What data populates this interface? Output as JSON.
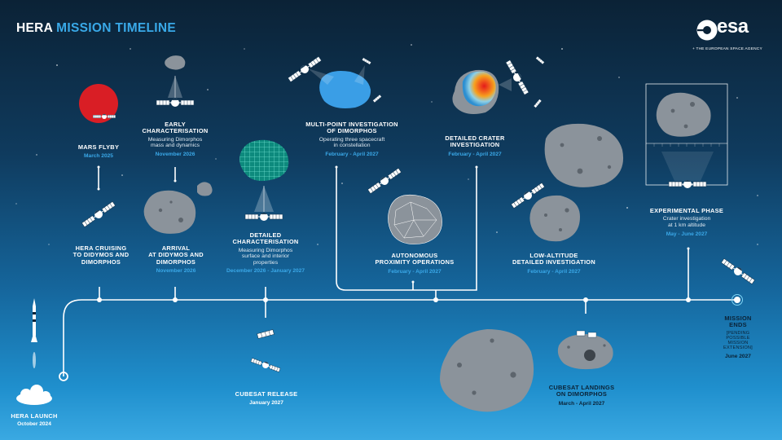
{
  "title": {
    "part1": "HERA",
    "part2": "MISSION TIMELINE"
  },
  "logo": {
    "wordmark": "esa",
    "tagline": "+ THE EUROPEAN SPACE AGENCY"
  },
  "milestones": {
    "launch": {
      "title": "HERA LAUNCH",
      "date": "October 2024"
    },
    "cruise": {
      "title": "HERA CRUISING\nTO DIDYMOS AND\nDIMORPHOS"
    },
    "mars": {
      "title": "MARS FLYBY",
      "date": "March 2025"
    },
    "early": {
      "title": "EARLY\nCHARACTERISATION",
      "desc": "Measuring Dimorphos\nmass and dynamics",
      "date": "November 2026"
    },
    "arrival": {
      "title": "ARRIVAL\nAT DIDYMOS AND\nDIMORPHOS",
      "date": "November 2026"
    },
    "detailed": {
      "title": "DETAILED\nCHARACTERISATION",
      "desc": "Measuring Dimorphos\nsurface and interior\nproperties",
      "date": "December 2026 - January 2027"
    },
    "cubesat_release": {
      "title": "CUBESAT RELEASE",
      "date": "January 2027"
    },
    "multipoint": {
      "title": "MULTI-POINT INVESTIGATION\nOF DIMORPHOS",
      "desc": "Operating three spacecraft\nin constellation",
      "date": "February - April 2027"
    },
    "autonomous": {
      "title": "AUTONOMOUS\nPROXIMITY OPERATIONS",
      "date": "February - April 2027"
    },
    "crater": {
      "title": "DETAILED CRATER\nINVESTIGATION",
      "date": "February - April 2027"
    },
    "lowalt": {
      "title": "LOW-ALTITUDE\nDETAILED INVESTIGATION",
      "date": "February - April 2027"
    },
    "landings": {
      "title": "CUBESAT LANDINGS\nON DIMORPHOS",
      "date": "March - April 2027"
    },
    "experimental": {
      "title": "EXPERIMENTAL PHASE",
      "desc": "Crater investigation\nat 1 km altitude",
      "date": "May - June 2027"
    },
    "end": {
      "title": "MISSION ENDS",
      "desc": "[PENDING POSSIBLE\nMISSION EXTENSION]",
      "date": "June 2027"
    }
  }
}
